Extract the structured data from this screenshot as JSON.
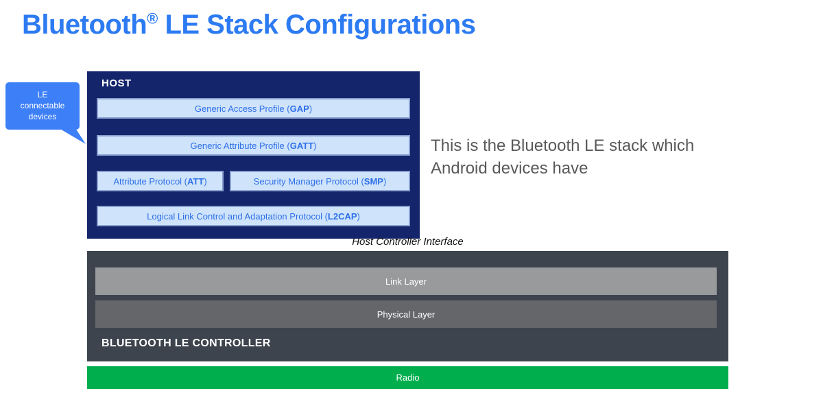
{
  "title": {
    "brand": "Bluetooth",
    "registered": "®",
    "rest": " LE Stack Configurations"
  },
  "callout": {
    "lines": [
      "LE",
      "connectable",
      "devices"
    ]
  },
  "host": {
    "label": "HOST",
    "boxes": {
      "gap": {
        "pre": "Generic Access Profile (",
        "acronym": "GAP",
        "post": ")"
      },
      "gatt": {
        "pre": "Generic Attribute Profile (",
        "acronym": "GATT",
        "post": ")"
      },
      "att": {
        "pre": "Attribute Protocol (",
        "acronym": "ATT",
        "post": ")"
      },
      "smp": {
        "pre": "Security Manager Protocol (",
        "acronym": "SMP",
        "post": ")"
      },
      "l2cap": {
        "pre": "Logical Link Control and Adaptation Protocol (",
        "acronym": "L2CAP",
        "post": ")"
      }
    }
  },
  "annotation": {
    "line1": "This is the Bluetooth LE stack which",
    "line2": "Android devices have"
  },
  "hci_label": "Host Controller Interface",
  "controller": {
    "label": "BLUETOOTH LE CONTROLLER",
    "layers": [
      "Link Layer",
      "Physical Layer"
    ]
  },
  "radio_label": "Radio",
  "colors": {
    "title_blue": "#2d7bf2",
    "callout_blue": "#3d7ff7",
    "host_navy": "#15256b",
    "layer_fill": "#cfe4fb",
    "layer_border": "#8aa0cf",
    "layer_text_blue": "#2e6fe8",
    "annotation_gray": "#595959",
    "controller_dark": "#3e444e",
    "link_layer_gray": "#999a9c",
    "physical_layer_gray": "#646669",
    "radio_green": "#00ae4e"
  }
}
